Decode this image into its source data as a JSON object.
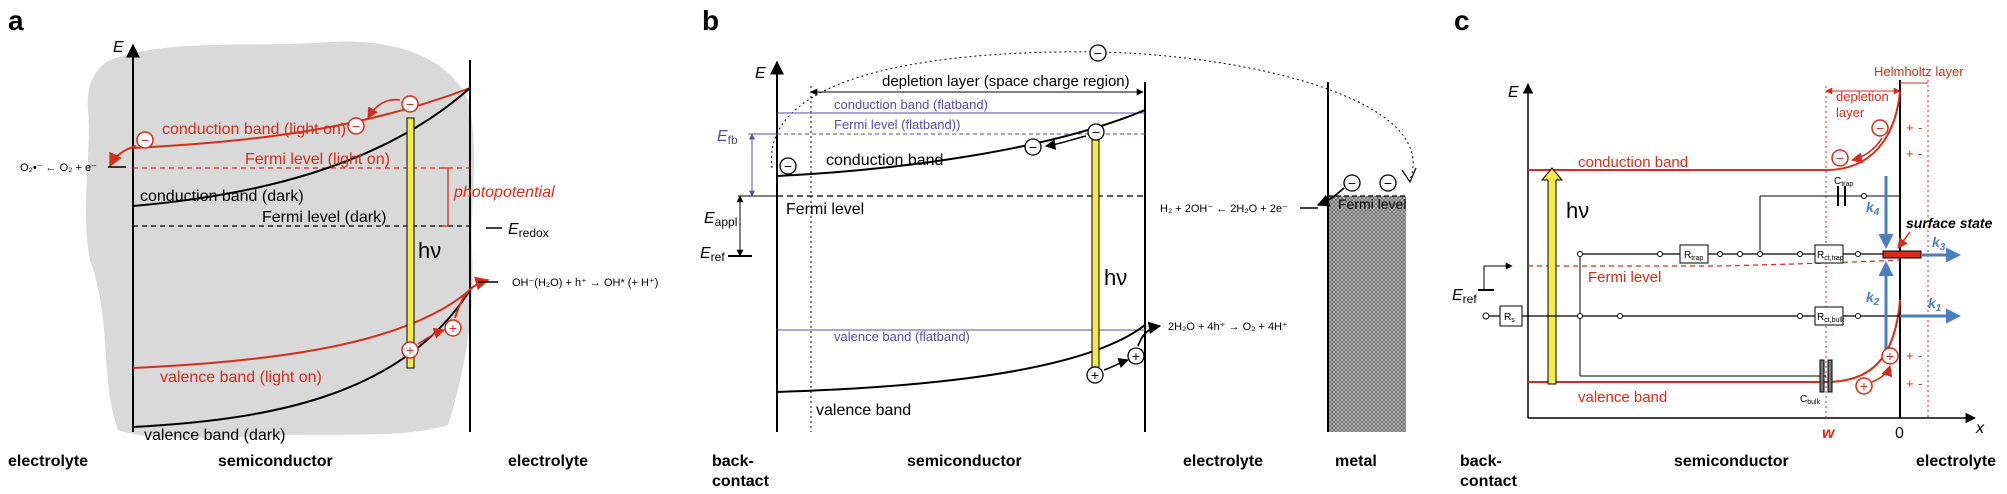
{
  "colors": {
    "red": "#d62c1a",
    "purple": "#5b4ba8",
    "blue": "#4a7ec0",
    "yellow": "#f3ea4b",
    "grey": "#d9d9d9"
  },
  "panel_a": {
    "letter": "a",
    "axis_e": "E",
    "cb_light": "conduction band (light on)",
    "fermi_light": "Fermi level (light on)",
    "cb_dark": "conduction band (dark)",
    "fermi_dark": "Fermi level (dark)",
    "photopotential": "photopotential",
    "eredox": "E",
    "eredox_sub": "redox",
    "hv": "hν",
    "reaction_left": "O₂•⁻ ← O₂ + e⁻",
    "reaction_right": "OH⁻(H₂O) + h⁺ → OH* (+ H⁺)",
    "vb_light": "valence band (light on)",
    "vb_dark": "valence band (dark)",
    "bottom_left": "electrolyte",
    "bottom_mid": "semiconductor",
    "bottom_right": "electrolyte"
  },
  "panel_b": {
    "letter": "b",
    "axis_e": "E",
    "depletion": "depletion layer (space charge region)",
    "cb_flat": "conduction band (flatband)",
    "fermi_flat": "Fermi level (flatband))",
    "efb": "E",
    "efb_sub": "fb",
    "cb": "conduction band",
    "eappl": "E",
    "eappl_sub": "appl",
    "fermi": "Fermi level",
    "eref": "E",
    "eref_sub": "ref",
    "hv": "hν",
    "vb_flat": "valence band (flatband)",
    "vb": "valence band",
    "reaction_top": "H₂ + 2OH⁻ ← 2H₂O + 2e⁻",
    "fermi_metal": "Fermi level",
    "reaction_bottom": "2H₂O + 4h⁺ → O₂ + 4H⁺",
    "bottom_back1": "back-",
    "bottom_back2": "contact",
    "bottom_mid": "semiconductor",
    "bottom_el": "electrolyte",
    "bottom_metal": "metal"
  },
  "panel_c": {
    "letter": "c",
    "axis_e": "E",
    "helmholtz": "Helmholtz layer",
    "depletion1": "depletion",
    "depletion2": "layer",
    "cb": "conduction band",
    "hv": "hν",
    "c_trap": "C",
    "c_trap_sub": "trap",
    "k4": "k",
    "k4_sub": "4",
    "surface_state": "surface state",
    "k3": "k",
    "k3_sub": "3",
    "r_trap": "R",
    "r_trap_sub": "trap",
    "r_ct_trap": "R",
    "r_ct_trap_sub": "ct,trap",
    "fermi": "Fermi level",
    "eref": "E",
    "eref_sub": "ref",
    "rs": "R",
    "rs_sub": "s",
    "r_ct_bulk": "R",
    "r_ct_bulk_sub": "ct,bulk",
    "k2": "k",
    "k2_sub": "2",
    "k1": "k",
    "k1_sub": "1",
    "vb": "valence band",
    "c_bulk": "C",
    "c_bulk_sub": "bulk",
    "w": "w",
    "zero": "0",
    "x": "x",
    "bottom_back1": "back-",
    "bottom_back2": "contact",
    "bottom_mid": "semiconductor",
    "bottom_el": "electrolyte",
    "charge_plus": "+",
    "charge_minus": "-"
  },
  "symbols": {
    "minus": "−",
    "plus": "+"
  }
}
